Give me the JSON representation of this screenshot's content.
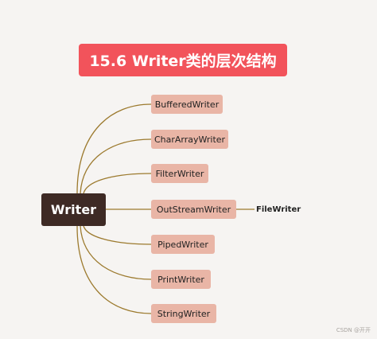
{
  "title": "15.6 Writer类的层次结构",
  "root": {
    "label": "Writer"
  },
  "children": [
    {
      "label": "BufferedWriter"
    },
    {
      "label": "CharArrayWriter"
    },
    {
      "label": "FilterWriter"
    },
    {
      "label": "OutStreamWriter"
    },
    {
      "label": "PipedWriter"
    },
    {
      "label": "PrintWriter"
    },
    {
      "label": "StringWriter"
    }
  ],
  "leaf": {
    "label": "FileWriter",
    "parent": "OutStreamWriter"
  },
  "watermark": "CSDN @开开",
  "colors": {
    "background": "#f6f4f2",
    "title_fill": "#f2535b",
    "root_fill": "#3e2a25",
    "child_fill": "#e9b5a6",
    "connector": "#9c7a2e"
  }
}
